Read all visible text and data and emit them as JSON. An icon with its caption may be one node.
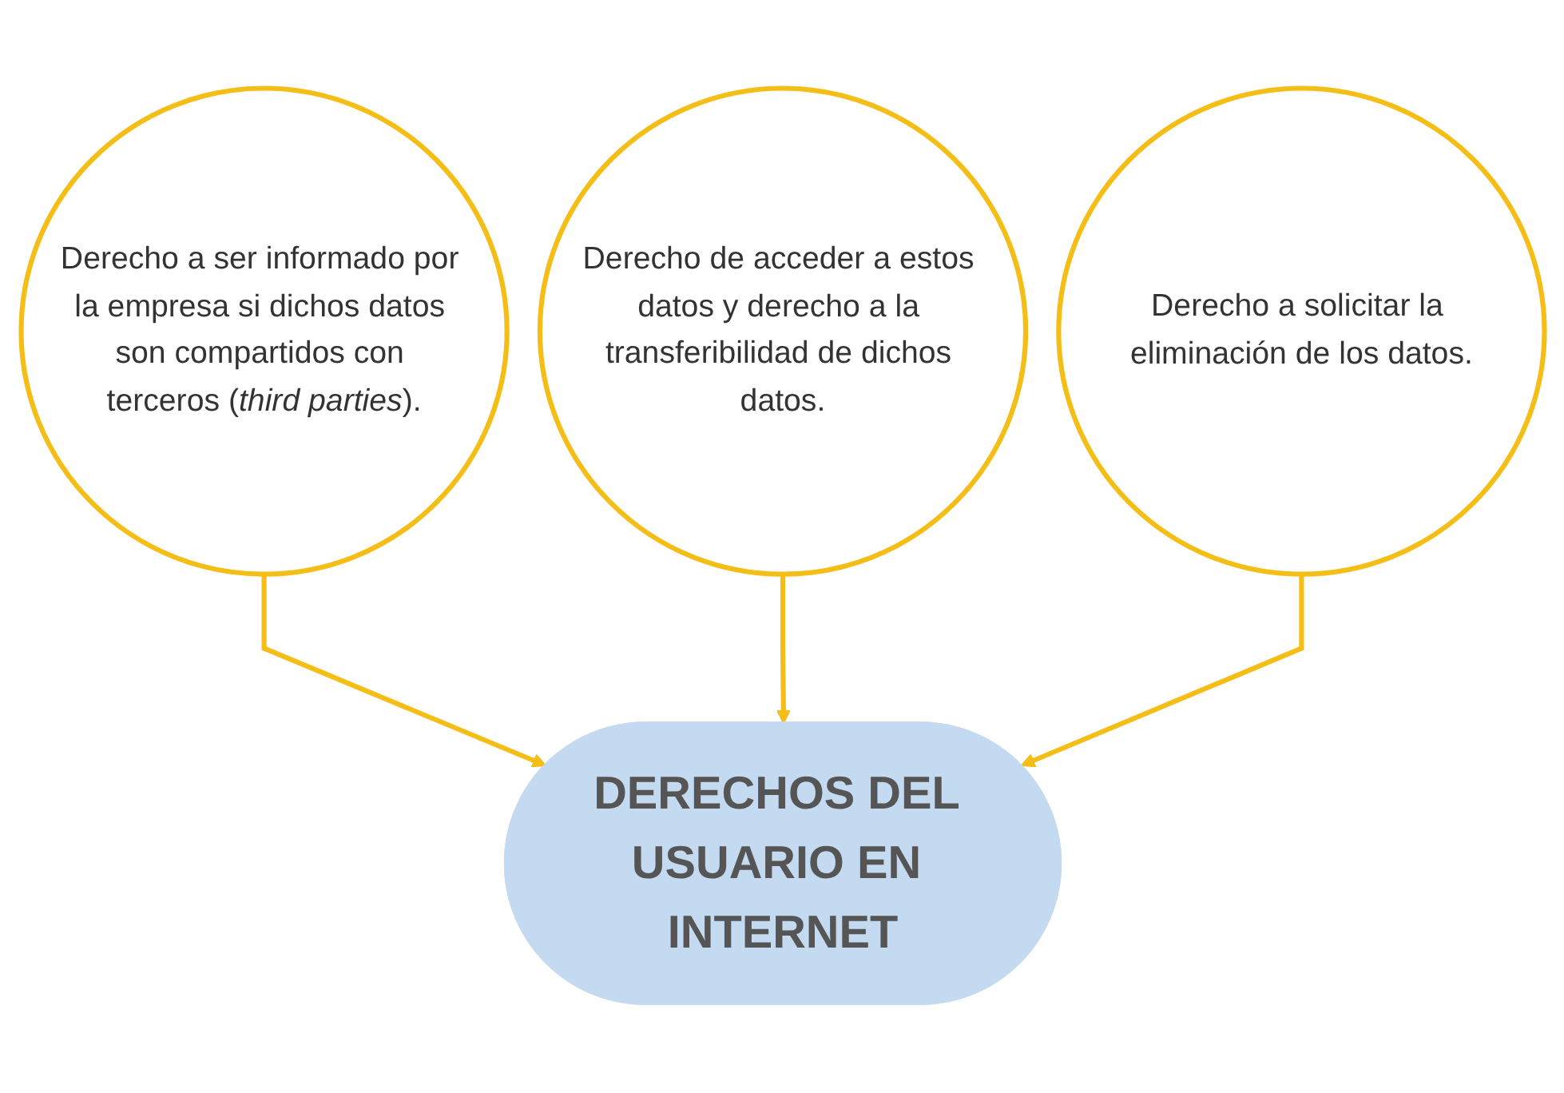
{
  "diagram": {
    "nodes": [
      {
        "text": [
          "Derecho a ser informado por la empresa si dichos datos son compartidos con terceros (*third parties*)."
        ]
      },
      {
        "text": [
          "Derecho de acceder a estos datos y derecho a la transferibilidad de dichos datos."
        ]
      },
      {
        "text": [
          "Derecho a solicitar la eliminación de los datos."
        ]
      },
      {
        "text": [
          "DERECHOS DEL USUARIO EN INTERNET"
        ]
      }
    ],
    "edges": [
      {
        "from": 0,
        "to": 3,
        "arrow": "to"
      },
      {
        "from": 1,
        "to": 3,
        "arrow": "to"
      },
      {
        "from": 2,
        "to": 3,
        "arrow": "to"
      }
    ]
  }
}
